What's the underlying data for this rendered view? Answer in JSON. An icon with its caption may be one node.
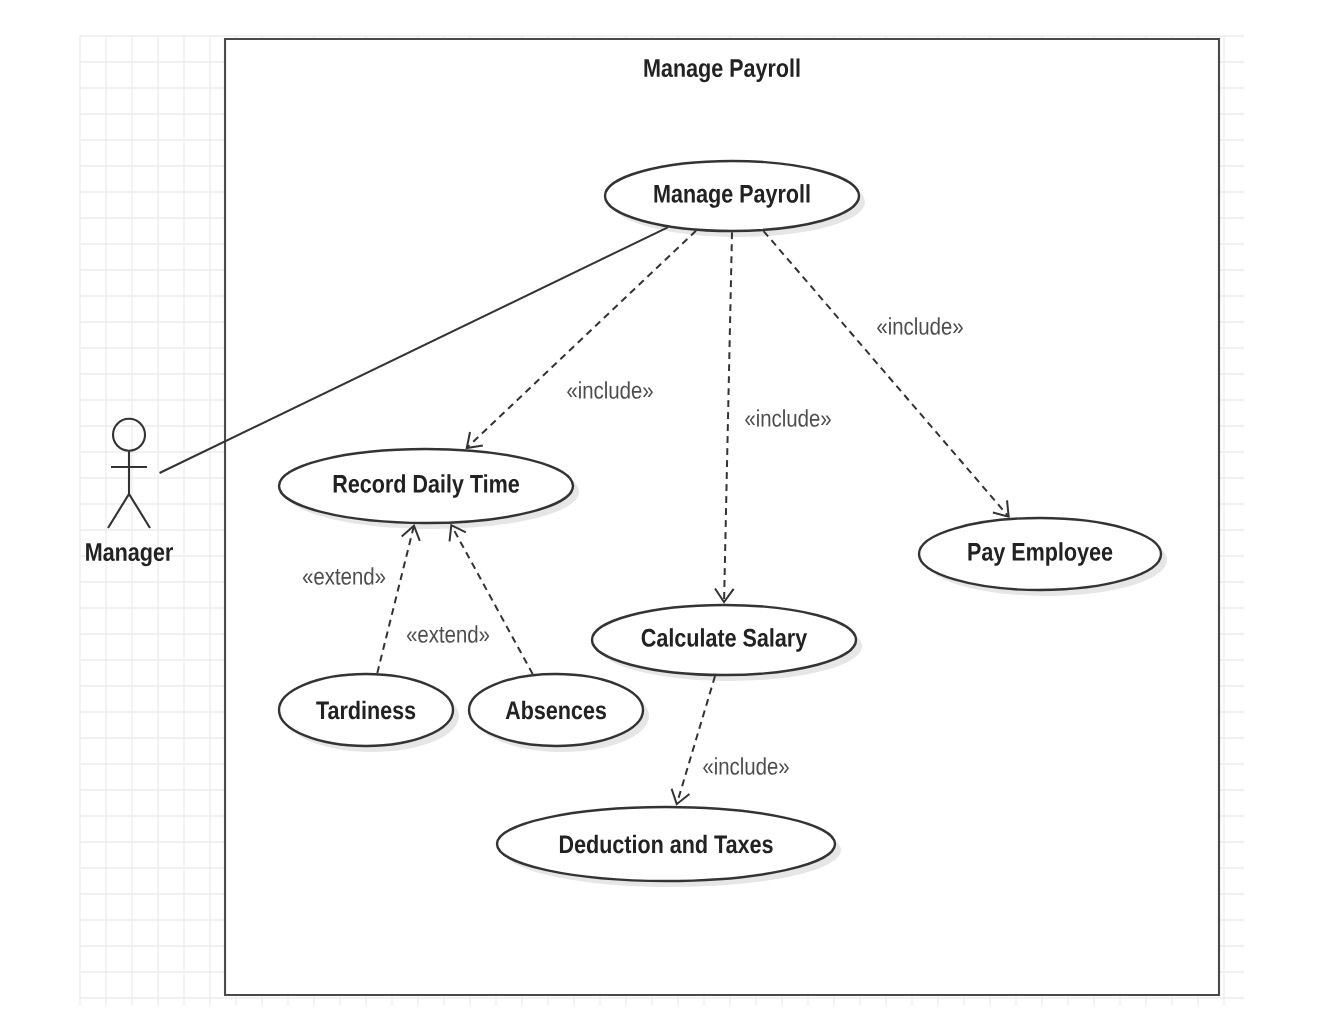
{
  "diagram": {
    "nodes": [
      {
        "text": [
          "Manage Payroll"
        ]
      },
      {
        "text": [
          "Manage Payroll"
        ],
        "in": 0
      },
      {
        "text": [
          "Manager"
        ]
      },
      {
        "text": [
          "Record Daily Time"
        ],
        "in": 0
      },
      {
        "text": [
          "Pay Employee"
        ],
        "in": 0
      },
      {
        "text": [
          "Calculate Salary"
        ],
        "in": 0
      },
      {
        "text": [
          "Tardiness"
        ],
        "in": 0
      },
      {
        "text": [
          "Absences"
        ],
        "in": 0
      },
      {
        "text": [
          "Deduction and Taxes"
        ],
        "in": 0
      }
    ],
    "edges": [
      {
        "from": 2,
        "to": 1,
        "arrow": "none"
      },
      {
        "from": 1,
        "to": 3,
        "arrow": "to",
        "label": "«include»",
        "style": "dashed"
      },
      {
        "from": 1,
        "to": 5,
        "arrow": "to",
        "label": "«include»",
        "style": "dashed"
      },
      {
        "from": 1,
        "to": 4,
        "arrow": "to",
        "label": "«include»",
        "style": "dashed"
      },
      {
        "from": 6,
        "to": 3,
        "arrow": "to",
        "label": "«extend»",
        "style": "dashed"
      },
      {
        "from": 7,
        "to": 3,
        "arrow": "to",
        "label": "«extend»",
        "style": "dashed"
      },
      {
        "from": 5,
        "to": 8,
        "arrow": "to",
        "label": "«include»",
        "style": "dashed"
      }
    ]
  }
}
